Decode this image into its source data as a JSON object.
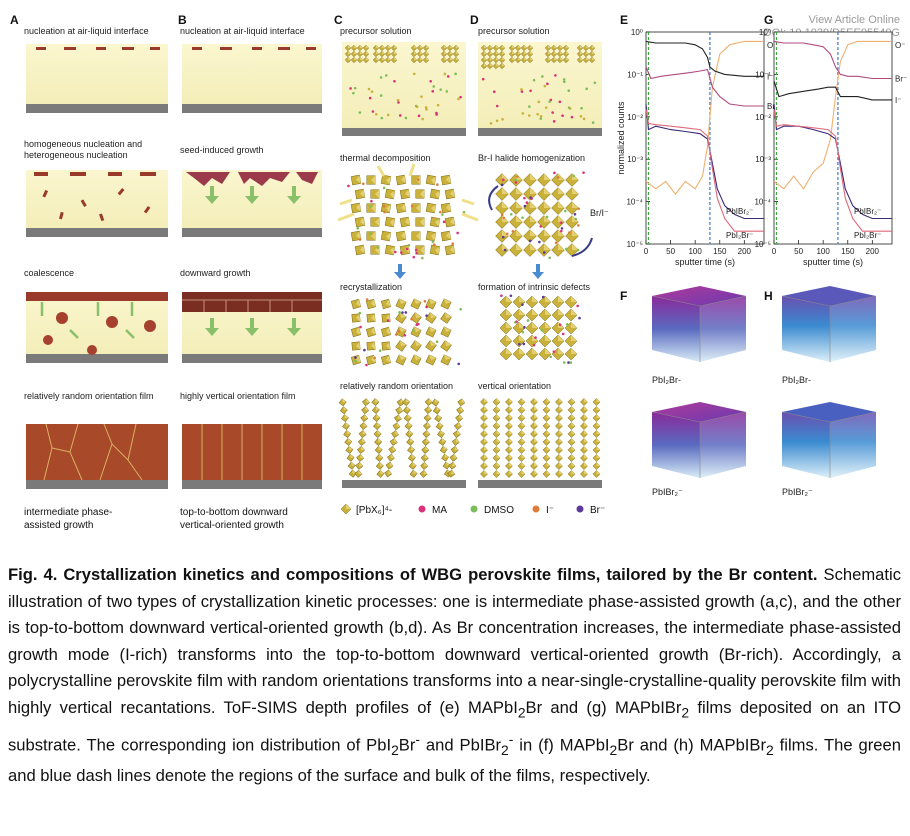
{
  "header": {
    "view_article": "View Article Online",
    "doi": "DOI: 10.1039/D5EE05540G"
  },
  "panels": {
    "A": {
      "letter": "A",
      "s1": "nucleation at air-liquid interface",
      "s2a": "homogeneous nucleation and",
      "s2b": "heterogeneous nucleation",
      "s3": "coalescence",
      "s4": "relatively random orientation film",
      "bottom1": "intermediate phase-",
      "bottom2": "assisted growth"
    },
    "B": {
      "letter": "B",
      "s1": "nucleation at air-liquid interface",
      "s2": "seed-induced growth",
      "s3": "downward growth",
      "s4": "highly vertical orientation film",
      "bottom1": "top-to-bottom downward",
      "bottom2": "vertical-oriented growth"
    },
    "C": {
      "letter": "C",
      "s1": "precursor solution",
      "s2": "thermal decomposition",
      "s3": "recrystallization",
      "s4": "relatively random orientation"
    },
    "D": {
      "letter": "D",
      "s1": "precursor solution",
      "s2": "Br-I halide homogenization",
      "s2_side": "Br/I⁻",
      "s3": "formation of intrinsic defects",
      "s4": "vertical orientation"
    },
    "E": {
      "letter": "E"
    },
    "F": {
      "letter": "F",
      "top_label": "PbI₂Br-",
      "bottom_label": "PbIBr₂⁻"
    },
    "G": {
      "letter": "G"
    },
    "H": {
      "letter": "H",
      "top_label": "PbI₂Br-",
      "bottom_label": "PbIBr₂⁻"
    }
  },
  "legend": {
    "items": [
      {
        "label": "[PbX₆]⁴-",
        "color": "#c9b13a"
      },
      {
        "label": "MA",
        "color": "#d8327a"
      },
      {
        "label": "DMSO",
        "color": "#7cbf5a"
      },
      {
        "label": "I⁻",
        "color": "#e07a3a"
      },
      {
        "label": "Br⁻",
        "color": "#5a3a9a"
      }
    ]
  },
  "chart_data": [
    {
      "type": "line",
      "panel": "E",
      "xlabel": "sputter time (s)",
      "ylabel": "normalized counts",
      "xlim": [
        0,
        240
      ],
      "ylim": [
        1e-05,
        1
      ],
      "yscale": "log",
      "xticks": [
        0,
        50,
        100,
        150,
        200
      ],
      "yticks": [
        "10⁰",
        "10⁻¹",
        "10⁻²",
        "10⁻³",
        "10⁻⁴",
        "10⁻⁵"
      ],
      "vlines": [
        {
          "x": 5,
          "color": "#3aa83a"
        },
        {
          "x": 130,
          "color": "#3a7acc"
        }
      ],
      "series": [
        {
          "name": "O⁻",
          "color": "#f0b070",
          "x": [
            0,
            20,
            40,
            60,
            80,
            100,
            115,
            125,
            135,
            150,
            170,
            200,
            240
          ],
          "y": [
            0.0003,
            0.0002,
            0.0003,
            0.00015,
            0.0003,
            0.0002,
            0.0004,
            0.002,
            0.05,
            0.3,
            0.5,
            0.6,
            0.6
          ]
        },
        {
          "name": "I⁻",
          "color": "#222222",
          "x": [
            0,
            20,
            40,
            60,
            80,
            100,
            115,
            125,
            130,
            140,
            160,
            200,
            240
          ],
          "y": [
            0.6,
            0.55,
            0.55,
            0.55,
            0.55,
            0.5,
            0.4,
            0.25,
            0.15,
            0.12,
            0.1,
            0.09,
            0.09
          ]
        },
        {
          "name": "Br⁻",
          "color": "#b04a80",
          "x": [
            0,
            10,
            30,
            60,
            90,
            110,
            125,
            135,
            150,
            170,
            200,
            240
          ],
          "y": [
            0.15,
            0.08,
            0.09,
            0.1,
            0.11,
            0.12,
            0.13,
            0.05,
            0.03,
            0.02,
            0.018,
            0.018
          ]
        },
        {
          "name": "PbIBr₂⁻",
          "color": "#3a2a7a",
          "x": [
            0,
            5,
            20,
            50,
            80,
            110,
            125,
            135,
            145,
            160,
            180,
            200,
            240
          ],
          "y": [
            0.02,
            0.005,
            0.006,
            0.005,
            0.0045,
            0.004,
            0.003,
            0.0008,
            0.0002,
            8e-05,
            5e-05,
            4e-05,
            4e-05
          ]
        },
        {
          "name": "PbI₂Br⁻",
          "color": "#e06a7a",
          "x": [
            0,
            5,
            20,
            50,
            80,
            110,
            125,
            135,
            145,
            160,
            180,
            200,
            240
          ],
          "y": [
            0.015,
            0.007,
            0.0065,
            0.006,
            0.0055,
            0.005,
            0.0035,
            0.0006,
            0.00012,
            4e-05,
            2e-05,
            2e-05,
            2e-05
          ]
        }
      ]
    },
    {
      "type": "line",
      "panel": "G",
      "xlabel": "sputter time (s)",
      "ylabel": "",
      "xlim": [
        0,
        240
      ],
      "ylim": [
        1e-05,
        1
      ],
      "yscale": "log",
      "xticks": [
        0,
        50,
        100,
        150,
        200
      ],
      "yticks": [
        "10⁰",
        "10⁻¹",
        "10⁻²",
        "10⁻³",
        "10⁻⁴",
        "10⁻⁵"
      ],
      "vlines": [
        {
          "x": 5,
          "color": "#3aa83a"
        },
        {
          "x": 130,
          "color": "#3a7acc"
        }
      ],
      "series": [
        {
          "name": "O⁻",
          "color": "#f0b070",
          "x": [
            0,
            20,
            40,
            60,
            80,
            100,
            115,
            125,
            135,
            150,
            170,
            200,
            240
          ],
          "y": [
            0.0003,
            0.0002,
            0.0004,
            0.0002,
            0.0005,
            0.0008,
            0.003,
            0.03,
            0.2,
            0.5,
            0.6,
            0.6,
            0.6
          ]
        },
        {
          "name": "Br⁻",
          "color": "#b04a80",
          "x": [
            0,
            20,
            40,
            60,
            80,
            100,
            115,
            125,
            135,
            150,
            170,
            200,
            240
          ],
          "y": [
            0.6,
            0.55,
            0.55,
            0.55,
            0.5,
            0.45,
            0.3,
            0.15,
            0.1,
            0.09,
            0.09,
            0.08,
            0.08
          ]
        },
        {
          "name": "I⁻",
          "color": "#222222",
          "x": [
            0,
            10,
            30,
            60,
            90,
            110,
            125,
            135,
            150,
            170,
            200,
            240
          ],
          "y": [
            0.07,
            0.03,
            0.035,
            0.04,
            0.045,
            0.05,
            0.05,
            0.03,
            0.03,
            0.03,
            0.025,
            0.025
          ]
        },
        {
          "name": "PbIBr₂⁻",
          "color": "#3a2a7a",
          "x": [
            0,
            5,
            20,
            50,
            80,
            110,
            125,
            135,
            145,
            160,
            180,
            200,
            240
          ],
          "y": [
            0.02,
            0.005,
            0.006,
            0.006,
            0.005,
            0.004,
            0.003,
            0.0008,
            0.0002,
            8e-05,
            5e-05,
            4e-05,
            4e-05
          ]
        },
        {
          "name": "PbI₂Br⁻",
          "color": "#e06a7a",
          "x": [
            0,
            5,
            20,
            50,
            80,
            110,
            125,
            135,
            145,
            160,
            180,
            200,
            240
          ],
          "y": [
            0.015,
            0.006,
            0.0065,
            0.006,
            0.0055,
            0.005,
            0.0035,
            0.0006,
            0.00012,
            4e-05,
            2e-05,
            2e-05,
            2e-05
          ]
        }
      ]
    }
  ],
  "caption": {
    "bold": "Fig. 4. Crystallization kinetics and compositions of WBG perovskite films, tailored by the Br content.",
    "p1": " Schematic illustration of two types of crystallization kinetic processes: one is intermediate phase-assisted growth (a,c), and the other is top-to-bottom downward vertical-oriented growth (b,d). As Br concentration increases, the intermediate phase-assisted growth mode (I-rich) transforms into the top-to-bottom downward vertical-oriented growth (Br-rich). Accordingly, a polycrystalline perovskite film with random orientations transforms into a near-single-crystalline-quality perovskite film with highly vertical recantations. ToF-SIMS depth profiles of (e) MAPbI",
    "s1": "2",
    "p2": "Br and (g) MAPbIBr",
    "s2": "2",
    "p3": " films deposited on an ITO substrate. The corresponding ion distribution of PbI",
    "s3": "2",
    "p4": "Br",
    "sup1": "-",
    "p5": " and PbIBr",
    "s4": "2",
    "sup2": "-",
    "p6": " in (f) MAPbI",
    "s5": "2",
    "p7": "Br and (h) MAPbIBr",
    "s6": "2",
    "p8": " films. The green and blue dash lines denote the regions of the surface and bulk of the films, respectively."
  }
}
